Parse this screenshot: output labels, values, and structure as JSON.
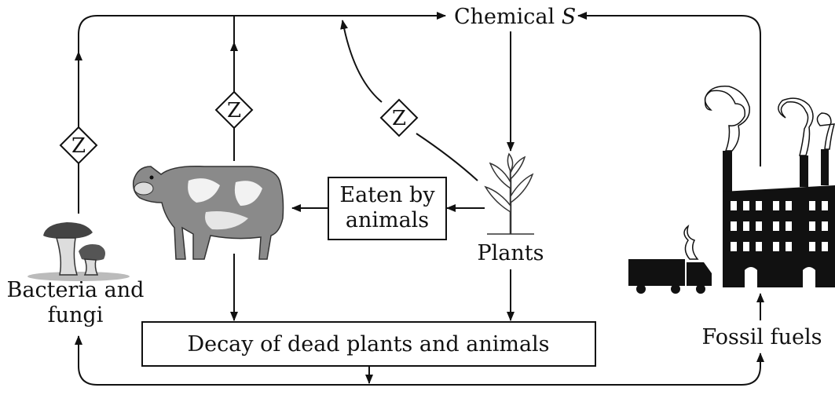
{
  "labels": {
    "chemical_s_prefix": "Chemical ",
    "chemical_s_var": "S",
    "bacteria_line1": "Bacteria and",
    "bacteria_line2": "fungi",
    "eaten_line1": "Eaten by",
    "eaten_line2": "animals",
    "plants": "Plants",
    "decay": "Decay of dead plants and animals",
    "fossil_fuels": "Fossil fuels",
    "z_marker": "Z"
  }
}
